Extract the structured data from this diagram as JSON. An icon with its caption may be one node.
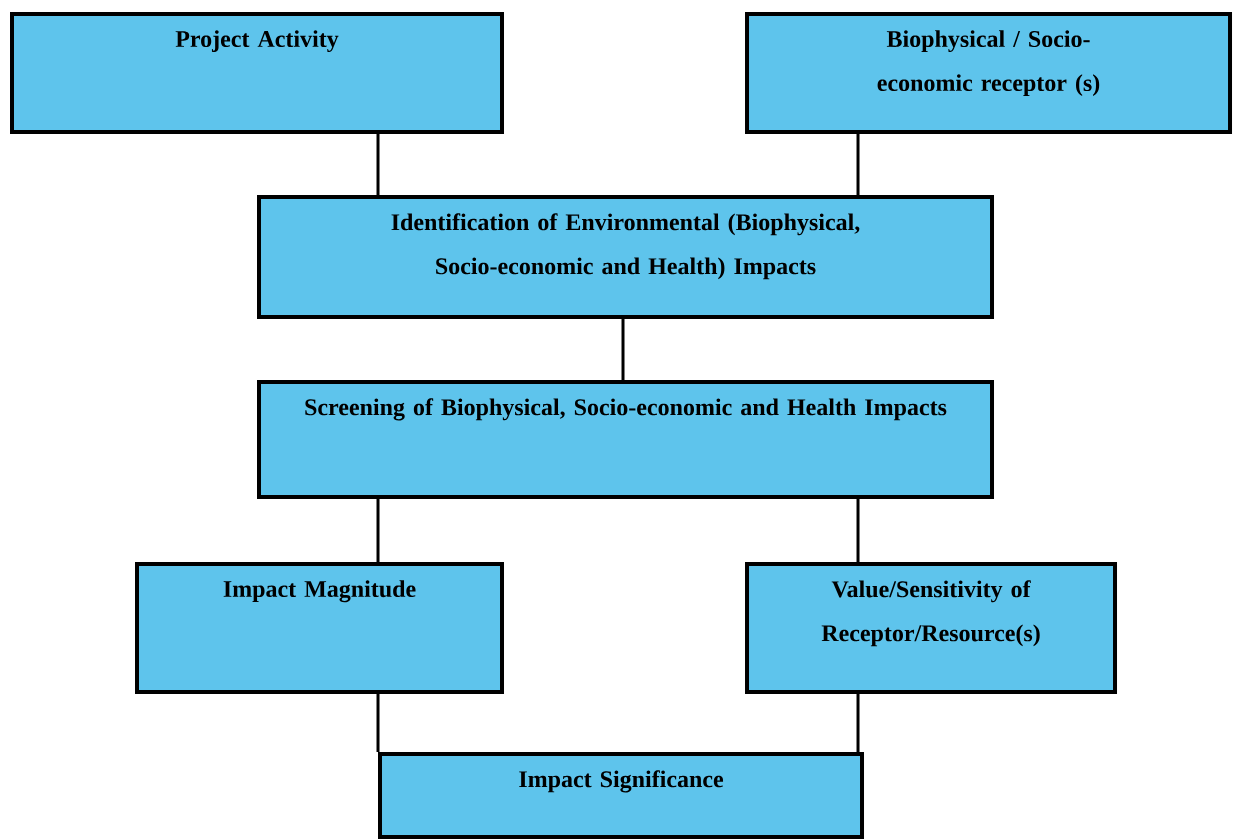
{
  "diagram": {
    "nodes": [
      {
        "text": [
          "Project Activity"
        ]
      },
      {
        "text": [
          "Biophysical / Socio-economic receptor (s)"
        ]
      },
      {
        "text": [
          "Identification of Environmental (Biophysical, Socio-economic and Health) Impacts"
        ]
      },
      {
        "text": [
          "Screening of Biophysical, Socio-economic and Health Impacts"
        ]
      },
      {
        "text": [
          "Impact Magnitude"
        ]
      },
      {
        "text": [
          "Value/Sensitivity of Receptor/Resource(s)"
        ]
      },
      {
        "text": [
          "Impact Significance"
        ]
      }
    ],
    "edges": [
      {
        "from": 0,
        "to": 2,
        "arrow": "none"
      },
      {
        "from": 1,
        "to": 2,
        "arrow": "none"
      },
      {
        "from": 2,
        "to": 3,
        "arrow": "none"
      },
      {
        "from": 3,
        "to": 4,
        "arrow": "none"
      },
      {
        "from": 3,
        "to": 5,
        "arrow": "none"
      },
      {
        "from": 4,
        "to": 6,
        "arrow": "none"
      },
      {
        "from": 5,
        "to": 6,
        "arrow": "none"
      }
    ]
  }
}
